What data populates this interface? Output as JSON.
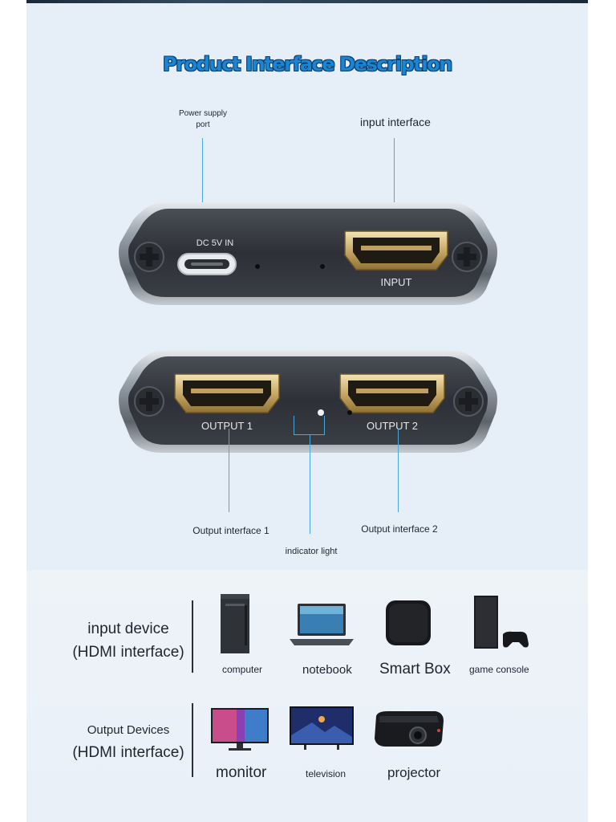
{
  "title": "Product Interface Description",
  "callouts": {
    "power_supply_port": [
      "Power supply",
      "port"
    ],
    "input_interface": "input interface",
    "output_interface_1": "Output interface 1",
    "output_interface_2": "Output interface 2",
    "indicator_light": "indicator light"
  },
  "device_top": {
    "dc_label": "DC 5V IN",
    "input_label": "INPUT"
  },
  "device_bottom": {
    "output1_label": "OUTPUT 1",
    "output2_label": "OUTPUT 2"
  },
  "input_devices": {
    "heading_line1": "input device",
    "heading_line2": "(HDMI interface)",
    "items": [
      {
        "label": "computer",
        "icon": "computer-tower-icon"
      },
      {
        "label": "notebook",
        "icon": "laptop-icon"
      },
      {
        "label": "Smart Box",
        "icon": "smart-box-icon"
      },
      {
        "label": "game console",
        "icon": "game-console-icon"
      }
    ]
  },
  "output_devices": {
    "heading_line1": "Output Devices",
    "heading_line2": "(HDMI interface)",
    "items": [
      {
        "label": "monitor",
        "icon": "monitor-icon"
      },
      {
        "label": "television",
        "icon": "television-icon"
      },
      {
        "label": "projector",
        "icon": "projector-icon"
      }
    ]
  },
  "colors": {
    "title": "#1786d6",
    "callout_line": "#4aa8d8",
    "background": "#e6eef8"
  }
}
